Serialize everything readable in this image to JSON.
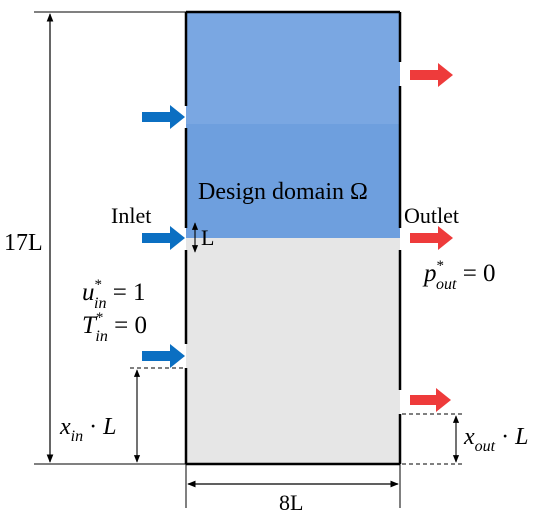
{
  "labels": {
    "height": "17L",
    "width": "8L",
    "gap": "L",
    "inlet": "Inlet",
    "outlet": "Outlet",
    "design_domain": "Design domain Ω"
  },
  "equations": {
    "u_in": {
      "var": "u",
      "sup": "*",
      "sub": "in",
      "rest": " = 1"
    },
    "t_in": {
      "var": "T",
      "sup": "*",
      "sub": "in",
      "rest": " = 0"
    },
    "p_out": {
      "var": "p",
      "sup": "*",
      "sub": "out",
      "rest": " = 0"
    },
    "x_in": {
      "var": "x",
      "sub": "in",
      "dot": " · ",
      "rest": "L"
    },
    "x_out": {
      "var": "x",
      "sub": "out",
      "dot": " · ",
      "rest": "L"
    }
  },
  "colors": {
    "design_domain_light": "#7aa7e2",
    "design_domain_dark": "#6e9fde",
    "solid_region": "#e6e6e6",
    "inlet_arrow": "#0b6fc2",
    "outlet_arrow": "#ee3b3b",
    "line": "#000000"
  }
}
